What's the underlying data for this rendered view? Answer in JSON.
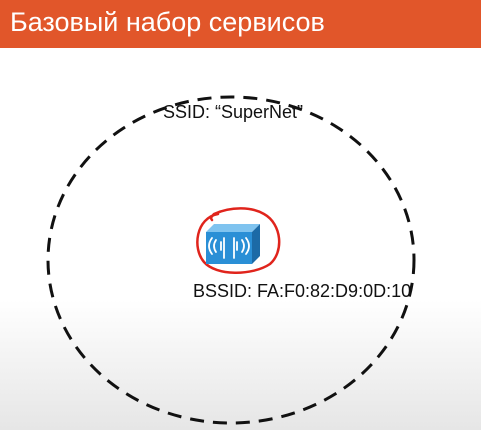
{
  "slide": {
    "title": "Базовый набор сервисов",
    "title_bar_color": "#e1562a"
  },
  "diagram": {
    "ssid_text": "SSID: “SuperNet”",
    "bssid_text": "BSSID: FA:F0:82:D9:0D:10",
    "coverage_boundary": "dashed black circle",
    "access_point_icon": "wireless-access-point-icon",
    "access_point_color": "#2a8fd6",
    "highlight_color": "#e0241c"
  }
}
